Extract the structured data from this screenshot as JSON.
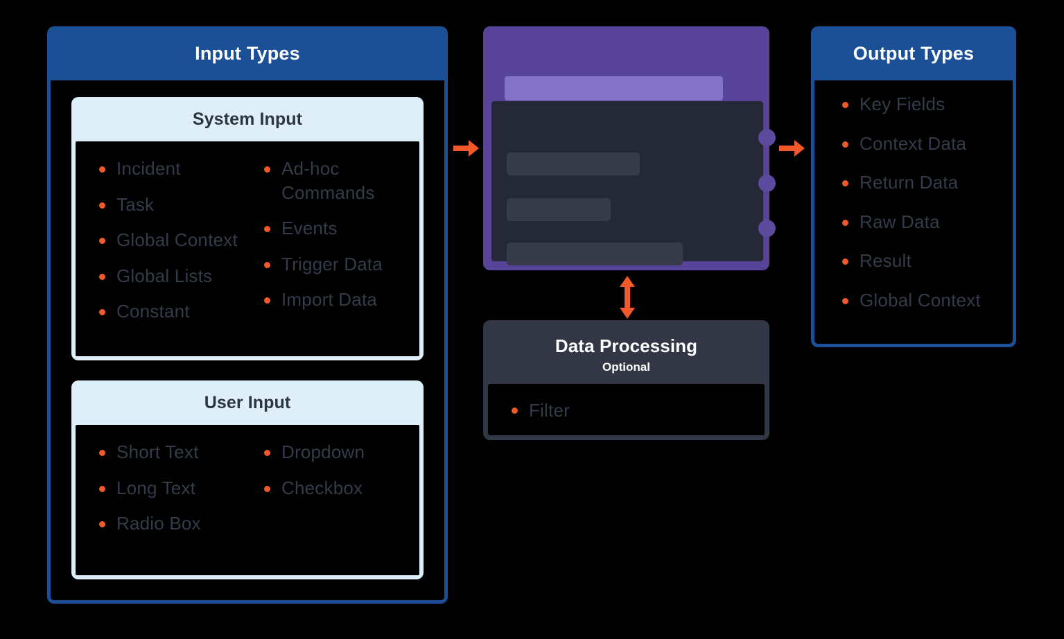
{
  "diagram": {
    "background": "#000000",
    "colors": {
      "blue": "#1B4F96",
      "light_blue": "#DEEFFA",
      "orange": "#F2592A",
      "purple": "#574499",
      "purple_light": "#8471C8",
      "slate": "#333745",
      "dark_body": "#252836",
      "placeholder": "#373B49",
      "text_dark": "#343B49"
    }
  },
  "input_types": {
    "title": "Input Types",
    "cards": [
      {
        "title": "System Input",
        "column_left": [
          "Incident",
          "Task",
          "Global Context",
          "Global Lists",
          "Constant"
        ],
        "column_right": [
          "Ad-hoc Commands",
          "Events",
          "Trigger Data",
          "Import Data"
        ]
      },
      {
        "title": "User Input",
        "column_left": [
          "Short Text",
          "Long Text",
          "Radio Box"
        ],
        "column_right": [
          "Dropdown",
          "Checkbox"
        ]
      }
    ]
  },
  "engine": {
    "name": "integration-engine-card",
    "topbar_label": "",
    "placeholders": [
      "",
      "",
      ""
    ],
    "nodes": [
      "",
      "",
      ""
    ]
  },
  "data_processing": {
    "title": "Data Processing",
    "subtitle": "Optional",
    "items": [
      "Filter"
    ]
  },
  "output_types": {
    "title": "Output Types",
    "items": [
      "Key Fields",
      "Context Data",
      "Return Data",
      "Raw Data",
      "Result",
      "Global Context"
    ]
  },
  "arrows": {
    "input_to_engine": "arrow-right-icon",
    "engine_to_output": "arrow-right-icon",
    "engine_to_processing": "arrow-up-down-icon"
  }
}
